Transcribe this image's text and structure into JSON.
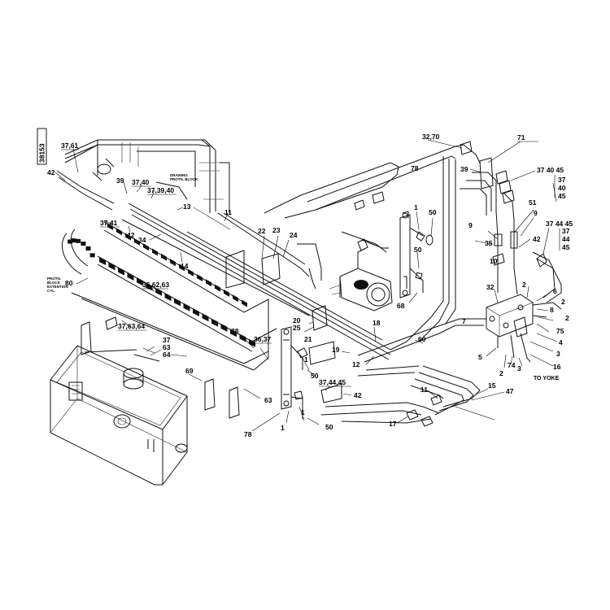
{
  "figure_number": "38153",
  "captions": {
    "to_yoke": "TO YOKE",
    "drawing_block": [
      "DRAWING",
      "PROTN. BLOCK"
    ],
    "protn_block": [
      "PROTN.",
      "BLOCK",
      "EXTENTION",
      "CYL."
    ]
  },
  "callouts": [
    {
      "id": "c-37-61",
      "text": "37,61"
    },
    {
      "id": "c-42-a",
      "text": "42"
    },
    {
      "id": "c-39-a",
      "text": "39"
    },
    {
      "id": "c-37-40",
      "text": "37,40"
    },
    {
      "id": "c-37-39-40",
      "text": "37,39,40"
    },
    {
      "id": "c-13",
      "text": "13"
    },
    {
      "id": "c-37-41",
      "text": "37,41"
    },
    {
      "id": "c-42-b",
      "text": "42"
    },
    {
      "id": "c-34",
      "text": "34"
    },
    {
      "id": "c-14",
      "text": "14"
    },
    {
      "id": "c-11-a",
      "text": "11"
    },
    {
      "id": "c-22",
      "text": "22"
    },
    {
      "id": "c-23",
      "text": "23"
    },
    {
      "id": "c-24",
      "text": "24"
    },
    {
      "id": "c-80",
      "text": "80"
    },
    {
      "id": "c-36-62-63",
      "text": "36,62,63"
    },
    {
      "id": "c-37-63-64-a",
      "text": "37,63,64"
    },
    {
      "id": "c-37",
      "text": "37"
    },
    {
      "id": "c-63-a",
      "text": "63"
    },
    {
      "id": "c-64",
      "text": "64"
    },
    {
      "id": "c-38",
      "text": "38"
    },
    {
      "id": "c-36-37",
      "text": "36,37"
    },
    {
      "id": "c-69",
      "text": "69"
    },
    {
      "id": "c-63-b",
      "text": "63"
    },
    {
      "id": "c-78-a",
      "text": "78"
    },
    {
      "id": "c-1-a",
      "text": "1"
    },
    {
      "id": "c-20",
      "text": "20"
    },
    {
      "id": "c-25",
      "text": "25"
    },
    {
      "id": "c-21",
      "text": "21"
    },
    {
      "id": "c-18",
      "text": "18"
    },
    {
      "id": "c-19",
      "text": "19"
    },
    {
      "id": "c-12",
      "text": "12"
    },
    {
      "id": "c-60",
      "text": "60"
    },
    {
      "id": "c-1-b",
      "text": "1"
    },
    {
      "id": "c-50-a",
      "text": "50"
    },
    {
      "id": "c-37-44-45",
      "text": "37,44,45"
    },
    {
      "id": "c-42-c",
      "text": "42"
    },
    {
      "id": "c-78-b",
      "text": "78"
    },
    {
      "id": "c-1-c",
      "text": "1"
    },
    {
      "id": "c-50-b",
      "text": "50"
    },
    {
      "id": "c-1-d",
      "text": "1"
    },
    {
      "id": "c-50-c",
      "text": "50"
    },
    {
      "id": "c-50-d",
      "text": "50"
    },
    {
      "id": "c-68",
      "text": "68"
    },
    {
      "id": "c-32-70",
      "text": "32,70"
    },
    {
      "id": "c-71",
      "text": "71"
    },
    {
      "id": "c-39-b",
      "text": "39"
    },
    {
      "id": "c-37-40-45",
      "text": "37\n40\n45"
    },
    {
      "id": "c-51-a",
      "text": "51"
    },
    {
      "id": "c-51-b",
      "text": "51"
    },
    {
      "id": "c-9-a",
      "text": "9"
    },
    {
      "id": "c-9-b",
      "text": "9"
    },
    {
      "id": "c-35",
      "text": "35"
    },
    {
      "id": "c-42-d",
      "text": "42"
    },
    {
      "id": "c-37-44-45-b",
      "text": "37\n44\n45"
    },
    {
      "id": "c-2-a",
      "text": "2"
    },
    {
      "id": "c-10",
      "text": "10"
    },
    {
      "id": "c-32",
      "text": "32"
    },
    {
      "id": "c-2-b",
      "text": "2"
    },
    {
      "id": "c-6",
      "text": "6"
    },
    {
      "id": "c-2-c",
      "text": "2"
    },
    {
      "id": "c-8",
      "text": "8"
    },
    {
      "id": "c-2-d",
      "text": "2"
    },
    {
      "id": "c-7",
      "text": "7"
    },
    {
      "id": "c-75",
      "text": "75"
    },
    {
      "id": "c-4",
      "text": "4"
    },
    {
      "id": "c-3-a",
      "text": "3"
    },
    {
      "id": "c-5",
      "text": "5"
    },
    {
      "id": "c-2-e",
      "text": "2"
    },
    {
      "id": "c-74",
      "text": "74"
    },
    {
      "id": "c-3-b",
      "text": "3"
    },
    {
      "id": "c-16",
      "text": "16"
    },
    {
      "id": "c-15",
      "text": "15"
    },
    {
      "id": "c-47",
      "text": "47"
    },
    {
      "id": "c-11-b",
      "text": "11"
    },
    {
      "id": "c-17",
      "text": "17"
    }
  ]
}
